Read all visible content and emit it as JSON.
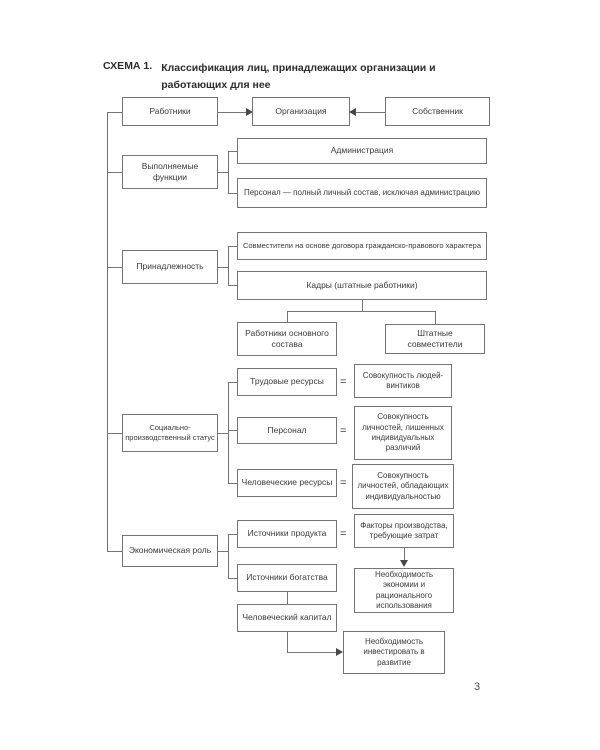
{
  "title": {
    "label": "СХЕМА 1.",
    "text": "Классификация лиц, принадлежащих организации и работающих для нее"
  },
  "page_number": "3",
  "eq": "=",
  "colors": {
    "background": "#ffffff",
    "line": "#747474",
    "text": "#3a3a3a"
  },
  "nodes": {
    "rabotniki": "Работники",
    "organizatsiya": "Организация",
    "sobstvennik": "Собственник",
    "vypolnyaemye_funktsii": "Выполняемые функции",
    "administratsiya": "Администрация",
    "personal_polny_sostav": "Персонал — полный личный состав, исключая администрацию",
    "prinadlezhnost": "Принадлежность",
    "sovmestiteli": "Совместители на основе договора гражданско-правового характера",
    "kadry": "Кадры (штатные работники)",
    "rabotniki_osnovnogo_sostava": "Работники основного состава",
    "shtatnye_sovmestiteli": "Штатные совместители",
    "sotsialno_proizvodstvenny_status": "Социально-производственный статус",
    "trudovye_resursy": "Трудовые ресурсы",
    "sovokupnost_lyudey_vintikov": "Совокупность людей-винтиков",
    "personal": "Персонал",
    "sovokupnost_lichnostey_lishennykh": "Совокупность личностей, лишенных индивидуальных различий",
    "chelovecheskie_resursy": "Человеческие ресурсы",
    "sovokupnost_lichnostey_obladayushchikh": "Совокупность личностей, обладающих индивидуальностью",
    "ekonomicheskaya_rol": "Экономическая роль",
    "istochniki_produkta": "Источники продукта",
    "faktory_proizvodstva": "Факторы производства, требующие затрат",
    "istochniki_bogatstva": "Источники богатства",
    "neobkhodimost_ekonomii": "Необходимость экономии и рационального использования",
    "chelovecheskiy_kapital": "Человеческий капитал",
    "neobkhodimost_investirovat": "Необходимость инвестировать в развитие"
  }
}
